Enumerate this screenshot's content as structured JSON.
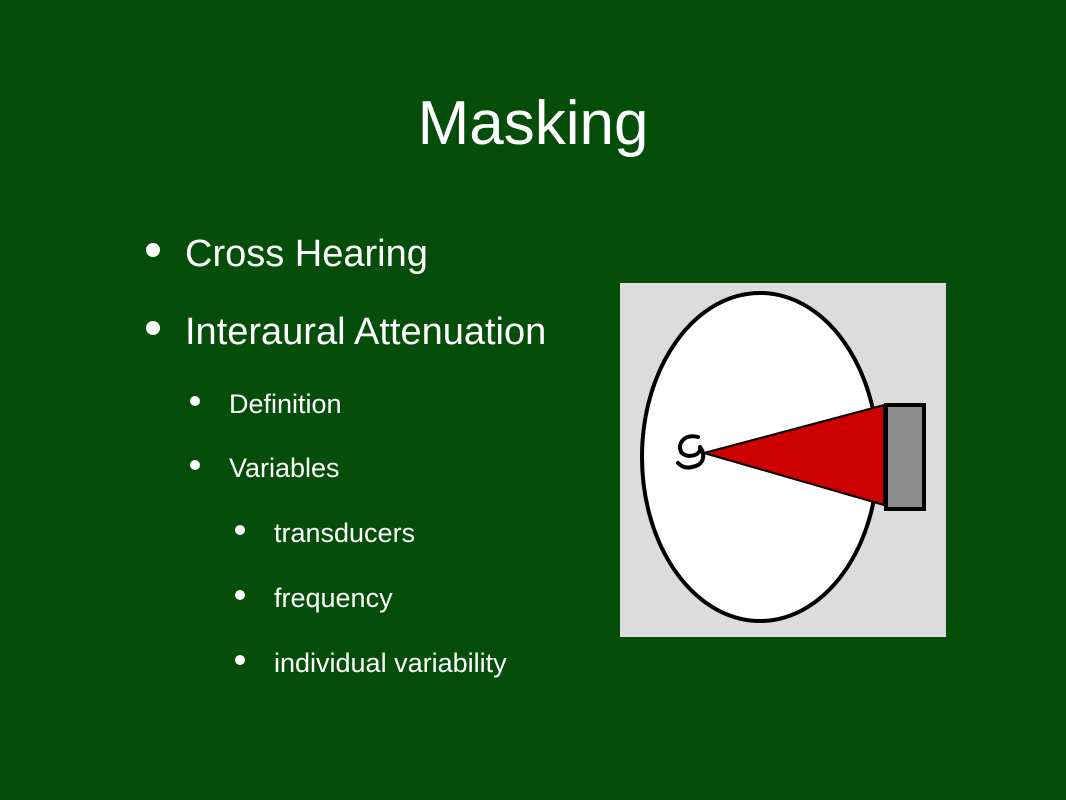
{
  "slide": {
    "title": "Masking",
    "bullets": [
      {
        "text": "Cross Hearing",
        "level": 1
      },
      {
        "text": "Interaural Attenuation",
        "level": 1
      },
      {
        "text": "Definition",
        "level": 2
      },
      {
        "text": "Variables",
        "level": 2
      },
      {
        "text": "transducers",
        "level": 3
      },
      {
        "text": "frequency",
        "level": 3
      },
      {
        "text": "individual  variability",
        "level": 3
      }
    ]
  },
  "diagram": {
    "background_color": "#dcdcdc",
    "head_color": "#ffffff",
    "outline_color": "#000000",
    "sound_cone_color": "#cc0000",
    "transducer_color": "#8c8c8c"
  }
}
